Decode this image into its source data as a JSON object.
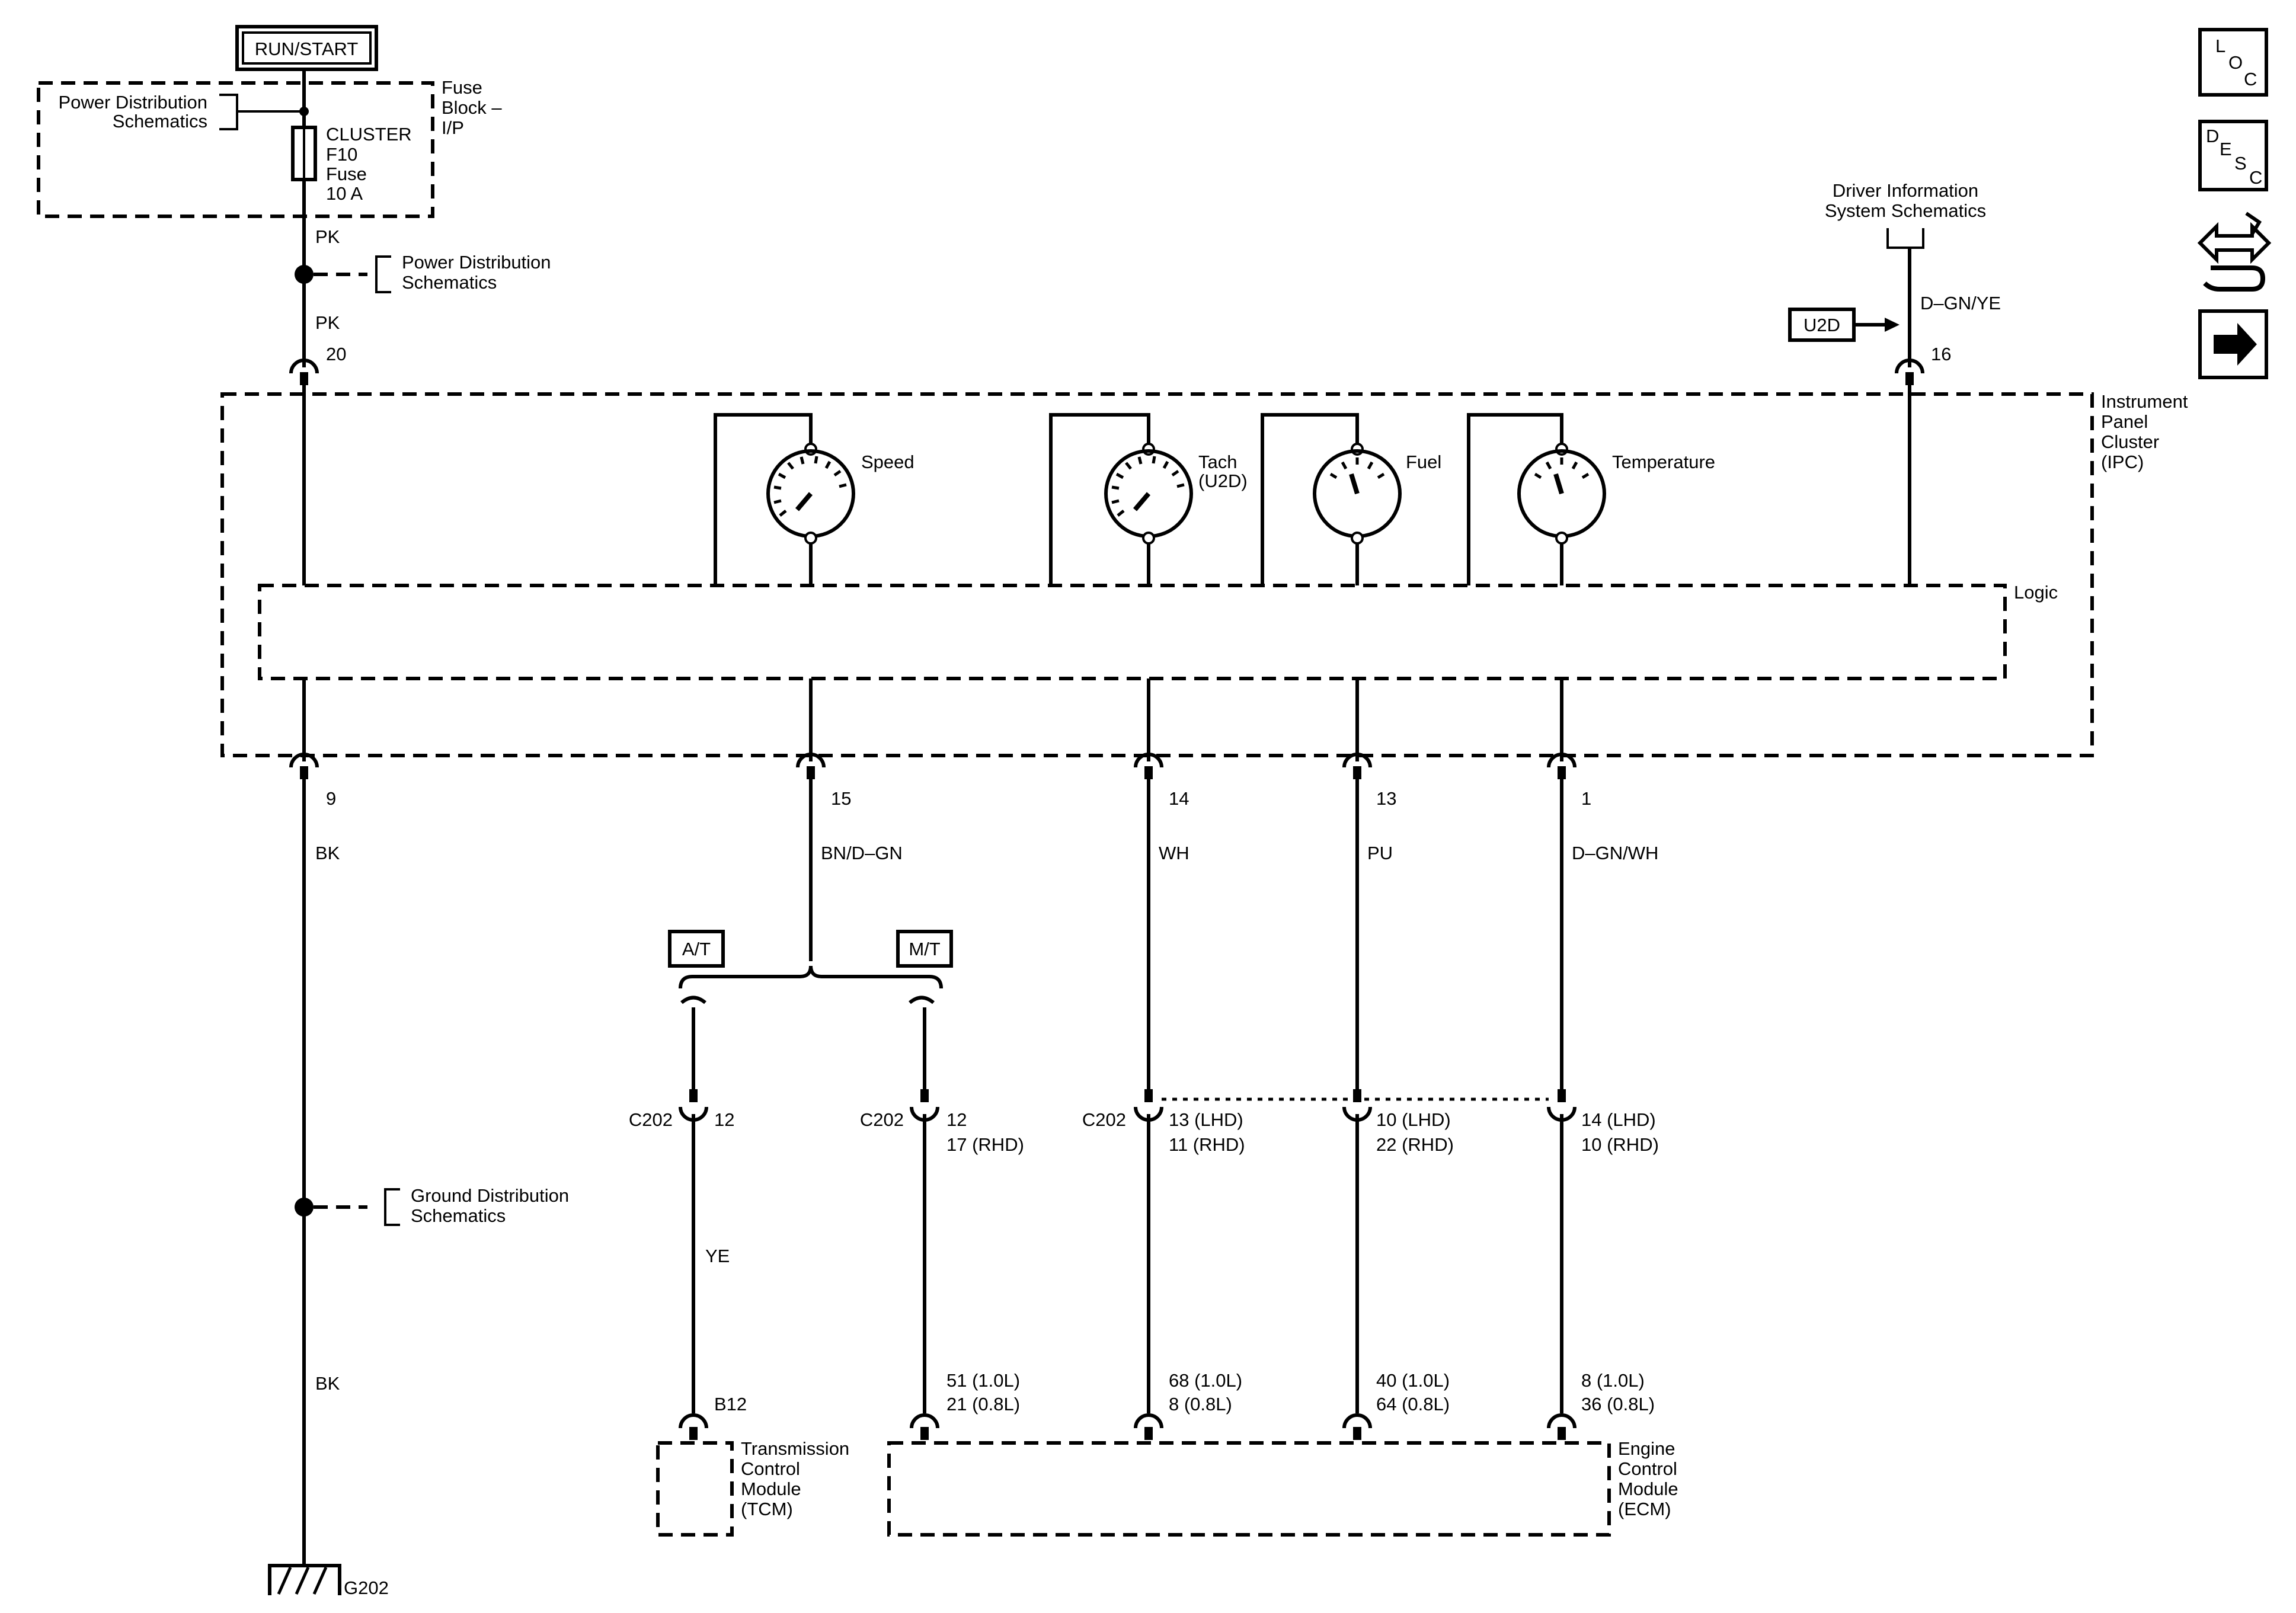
{
  "power": {
    "run_start": "RUN/START"
  },
  "fuse_block": {
    "power_dist": [
      "Power Distribution",
      "Schematics"
    ],
    "block_label": [
      "Fuse",
      "Block –",
      "I/P"
    ],
    "fuse_label": [
      "CLUSTER",
      "F10",
      "Fuse",
      "10 A"
    ]
  },
  "splice_top": {
    "wire_above": "PK",
    "ref": [
      "Power Distribution",
      "Schematics"
    ],
    "wire_below": "PK",
    "pin": "20"
  },
  "driver_info": {
    "ref": [
      "Driver Information",
      "System Schematics"
    ],
    "wire": "D–GN/YE",
    "badge": "U2D",
    "pin": "16"
  },
  "ipc": {
    "label": [
      "Instrument",
      "Panel",
      "Cluster",
      "(IPC)"
    ],
    "logic": "Logic"
  },
  "gauges": {
    "speed": "Speed",
    "tach": [
      "Tach",
      "(U2D)"
    ],
    "fuel": "Fuel",
    "temp": "Temperature"
  },
  "ground_circuit": {
    "pin": "9",
    "wire1": "BK",
    "ref": [
      "Ground Distribution",
      "Schematics"
    ],
    "wire2": "BK",
    "ground": "G202"
  },
  "speed_circuit": {
    "pin": "15",
    "wire": "BN/D–GN",
    "at": "A/T",
    "mt": "M/T",
    "at_conn": "C202",
    "at_pin": "12",
    "at_wire": "YE",
    "at_module_pin": "B12",
    "mt_conn": "C202",
    "mt_pin": [
      "12",
      "17 (RHD)"
    ],
    "mt_module_pin": [
      "51 (1.0L)",
      "21 (0.8L)"
    ]
  },
  "tach_circuit": {
    "pin": "14",
    "wire": "WH",
    "conn": "C202",
    "conn_pin": [
      "13 (LHD)",
      "11 (RHD)"
    ],
    "module_pin": [
      "68 (1.0L)",
      "8 (0.8L)"
    ]
  },
  "fuel_circuit": {
    "pin": "13",
    "wire": "PU",
    "conn_pin": [
      "10 (LHD)",
      "22 (RHD)"
    ],
    "module_pin": [
      "40 (1.0L)",
      "64 (0.8L)"
    ]
  },
  "temp_circuit": {
    "pin": "1",
    "wire": "D–GN/WH",
    "conn_pin": [
      "14 (LHD)",
      "10 (RHD)"
    ],
    "module_pin": [
      "8 (1.0L)",
      "36 (0.8L)"
    ]
  },
  "tcm": [
    "Transmission",
    "Control",
    "Module",
    "(TCM)"
  ],
  "ecm": [
    "Engine",
    "Control",
    "Module",
    "(ECM)"
  ],
  "side_icons": {
    "loc": [
      "L",
      "O",
      "C"
    ],
    "desc": [
      "D",
      "E",
      "S",
      "C"
    ]
  }
}
